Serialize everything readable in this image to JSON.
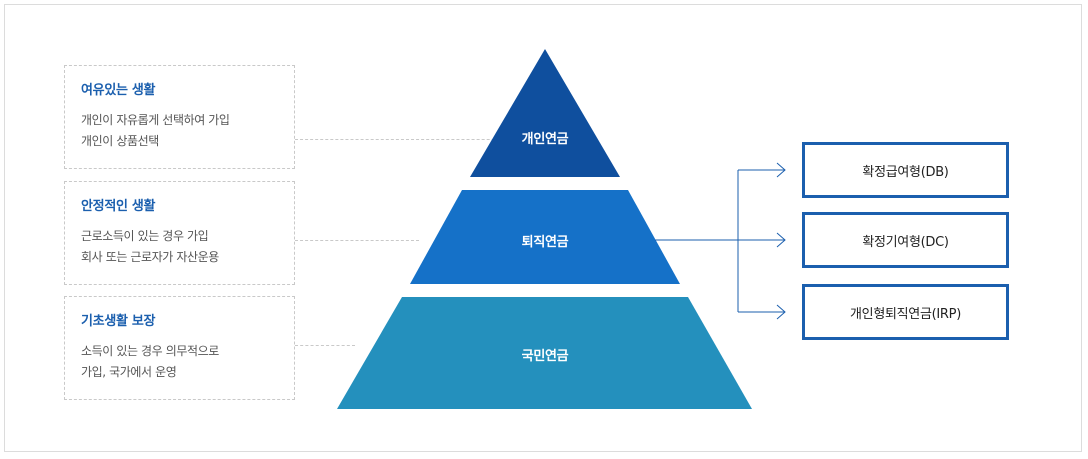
{
  "tiers": [
    {
      "label": "개인연금",
      "color": "#0f4f9e",
      "title": "여유있는 생활",
      "desc": [
        "개인이 자유롭게 선택하여 가입",
        "개인이 상품선택"
      ]
    },
    {
      "label": "퇴직연금",
      "color": "#1571c8",
      "title": "안정적인 생활",
      "desc": [
        "근로소득이 있는 경우 가입",
        "회사 또는 근로자가 자산운용"
      ]
    },
    {
      "label": "국민연금",
      "color": "#2490bd",
      "title": "기초생활 보장",
      "desc": [
        "소득이 있는 경우 의무적으로",
        "가입, 국가에서 운영"
      ]
    }
  ],
  "plans": [
    "확정급여형(DB)",
    "확정기여형(DC)",
    "개인형퇴직연금(IRP)"
  ],
  "colors": {
    "accent": "#1b5fae",
    "connector": "#1b5fae",
    "dashed": "#c9c9c9"
  }
}
